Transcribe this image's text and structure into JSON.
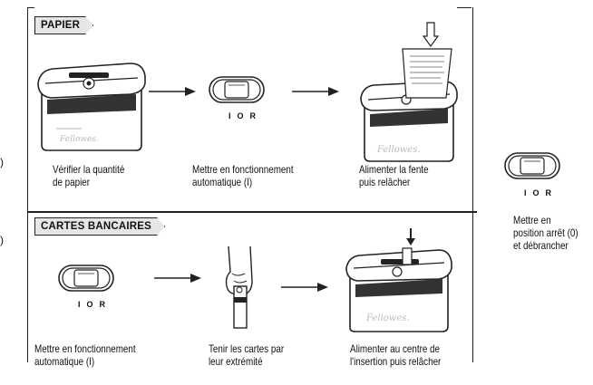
{
  "sections": {
    "paper": {
      "tag": "PAPIER",
      "captions": [
        {
          "line1": "Vérifier la quantité",
          "line2": "de papier"
        },
        {
          "line1": "Mettre en fonctionnement",
          "line2": "automatique (I)"
        },
        {
          "line1": "Alimenter la fente",
          "line2": "puis relâcher"
        }
      ]
    },
    "cards": {
      "tag": "CARTES BANCAIRES",
      "captions": [
        {
          "line1": "Mettre en fonctionnement",
          "line2": "automatique (I)"
        },
        {
          "line1": "Tenir les cartes par",
          "line2": "leur extrémité"
        },
        {
          "line1": "Alimenter au centre de",
          "line2": "l'insertion puis relâcher"
        }
      ]
    }
  },
  "switch_labels": {
    "i": "I",
    "o": "O",
    "r": "R"
  },
  "side": {
    "line1": "Mettre en",
    "line2": "position arrêt (0)",
    "line3": "et débrancher"
  },
  "brand": "Fellowes",
  "left_edge": {
    "mark1": ")",
    "mark2": ")"
  },
  "icons": [
    "shredder-icon",
    "switch-icon",
    "arrow-right-icon",
    "paper-sheet-icon",
    "hand-card-icon",
    "down-arrow-icon"
  ]
}
